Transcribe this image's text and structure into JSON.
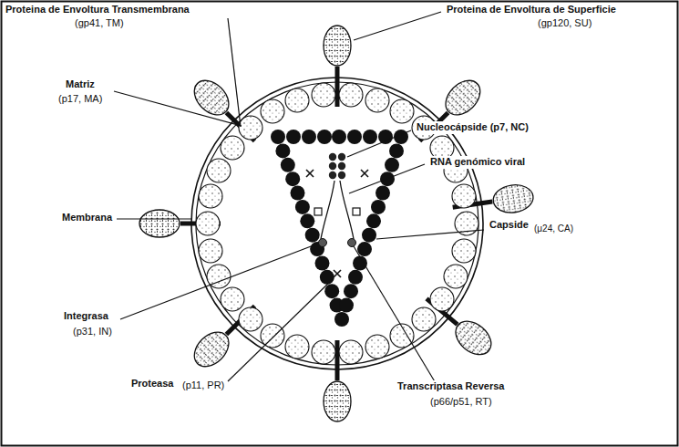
{
  "diagram": {
    "labels": [
      "Proteina de Envoltura Transmembrana",
      "(gp41, TM)",
      "Proteina de Envoltura de Superficie",
      "(gp120, SU)",
      "Matriz",
      "(p17, MA)",
      "Nucleocápside (p7, NC)",
      "RNA genómico viral",
      "Membrana",
      "Capside",
      "(μ24, CA)",
      "Integrasa",
      "(p31, IN)",
      "Proteasa",
      "(p11, PR)",
      "Transcriptasa Reversa",
      "(p66/p51, RT)"
    ]
  }
}
